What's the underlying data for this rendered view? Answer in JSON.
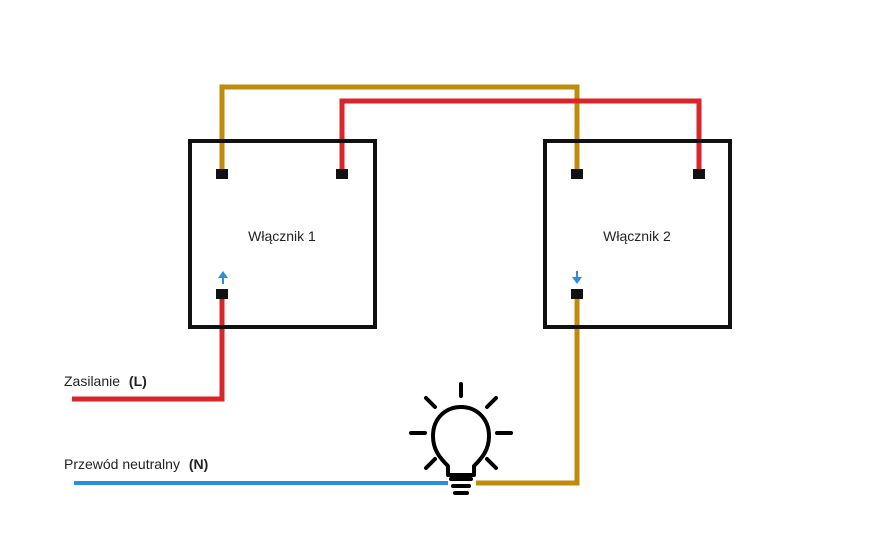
{
  "switches": [
    {
      "label": "Włącznik 1"
    },
    {
      "label": "Włącznik 2"
    }
  ],
  "inputs": {
    "live": {
      "label": "Zasilanie",
      "tag": "(L)"
    },
    "neutral": {
      "label": "Przewód neutralny",
      "tag": "(N)"
    }
  },
  "colors": {
    "live_wire": "#d9262b",
    "traveler_wire": "#c08a0c",
    "neutral_wire": "#2a8de0",
    "switch_outline": "#111111",
    "terminal": "#111111",
    "arrow": "#2a8de0",
    "bulb": "#000000"
  },
  "icons": {
    "bulb": "light-bulb-icon",
    "arrow_up": "arrow-up-icon",
    "arrow_down": "arrow-down-icon"
  }
}
